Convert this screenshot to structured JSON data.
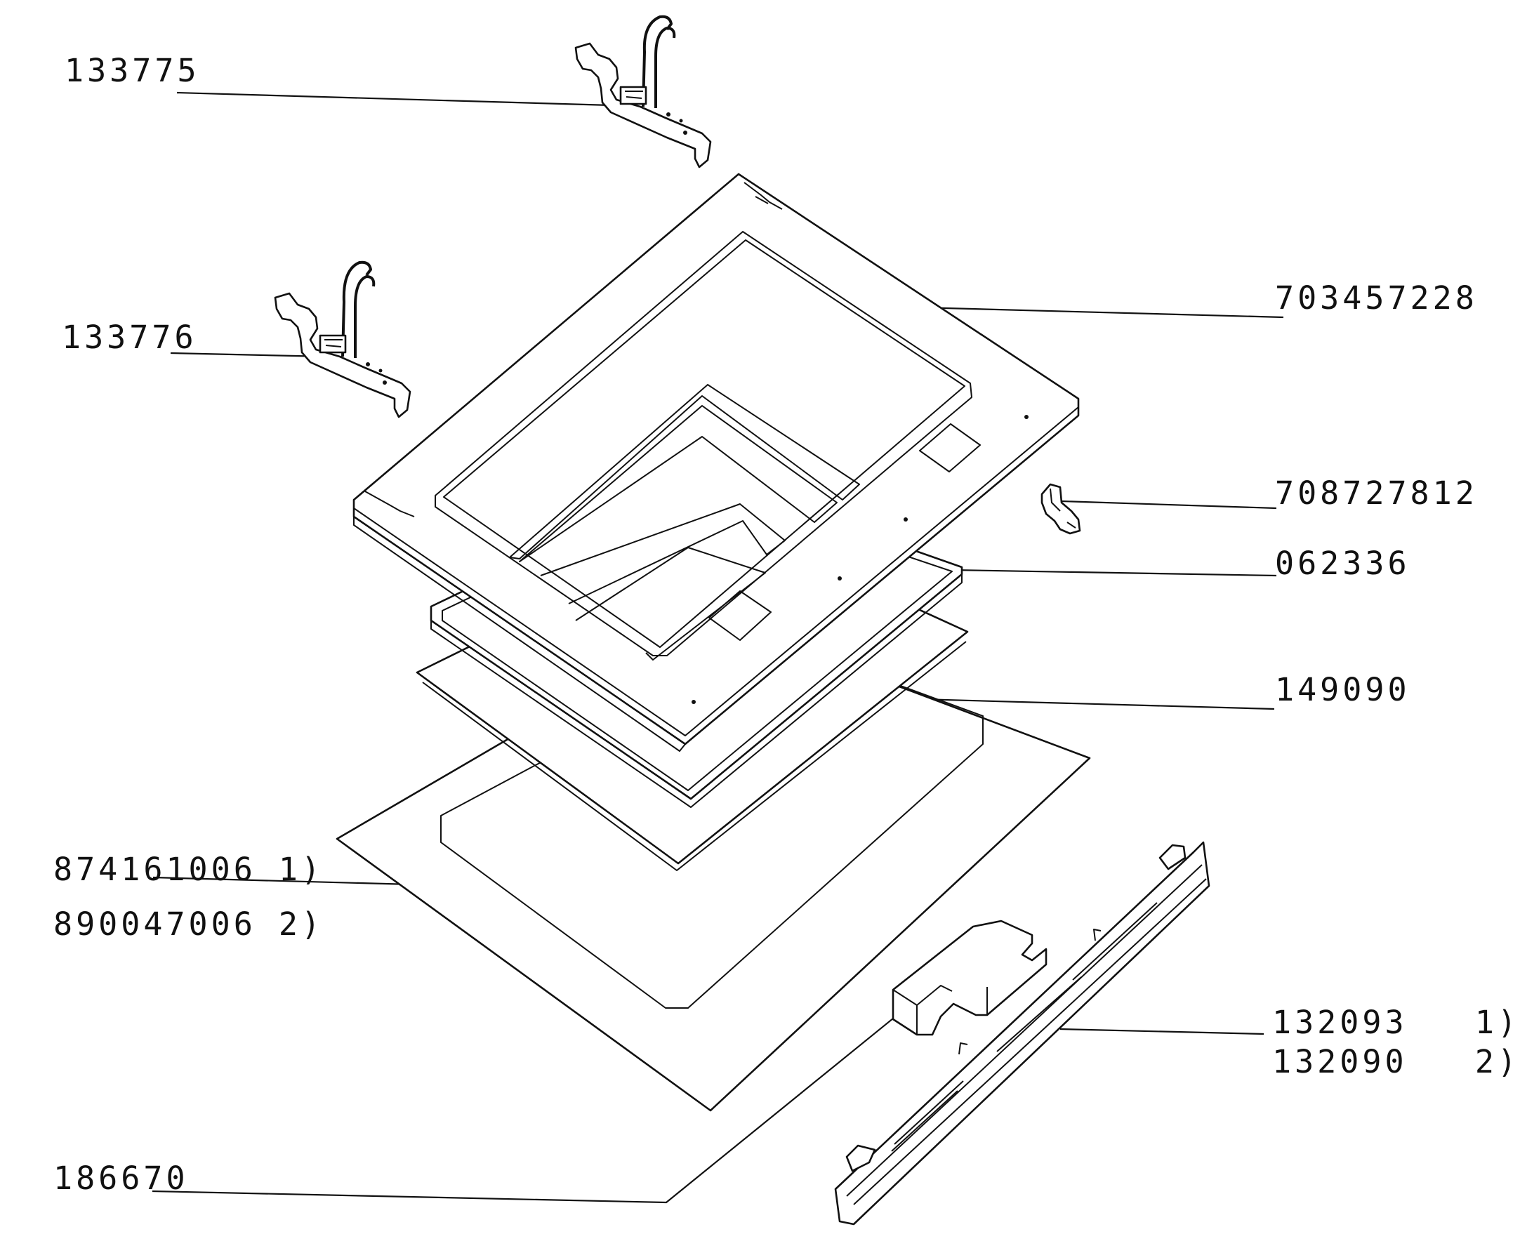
{
  "diagram": {
    "parts": [
      {
        "id": "p1",
        "number": "133775"
      },
      {
        "id": "p2",
        "number": "703457228"
      },
      {
        "id": "p3",
        "number": "133776"
      },
      {
        "id": "p4",
        "number": "708727812"
      },
      {
        "id": "p5",
        "number": "062336"
      },
      {
        "id": "p6",
        "number": "149090"
      },
      {
        "id": "p7",
        "number": "874161006 1)"
      },
      {
        "id": "p8",
        "number": "890047006 2)"
      },
      {
        "id": "p9",
        "number": "132093   1)"
      },
      {
        "id": "p10",
        "number": "132090   2)"
      },
      {
        "id": "p11",
        "number": "186670"
      }
    ]
  }
}
